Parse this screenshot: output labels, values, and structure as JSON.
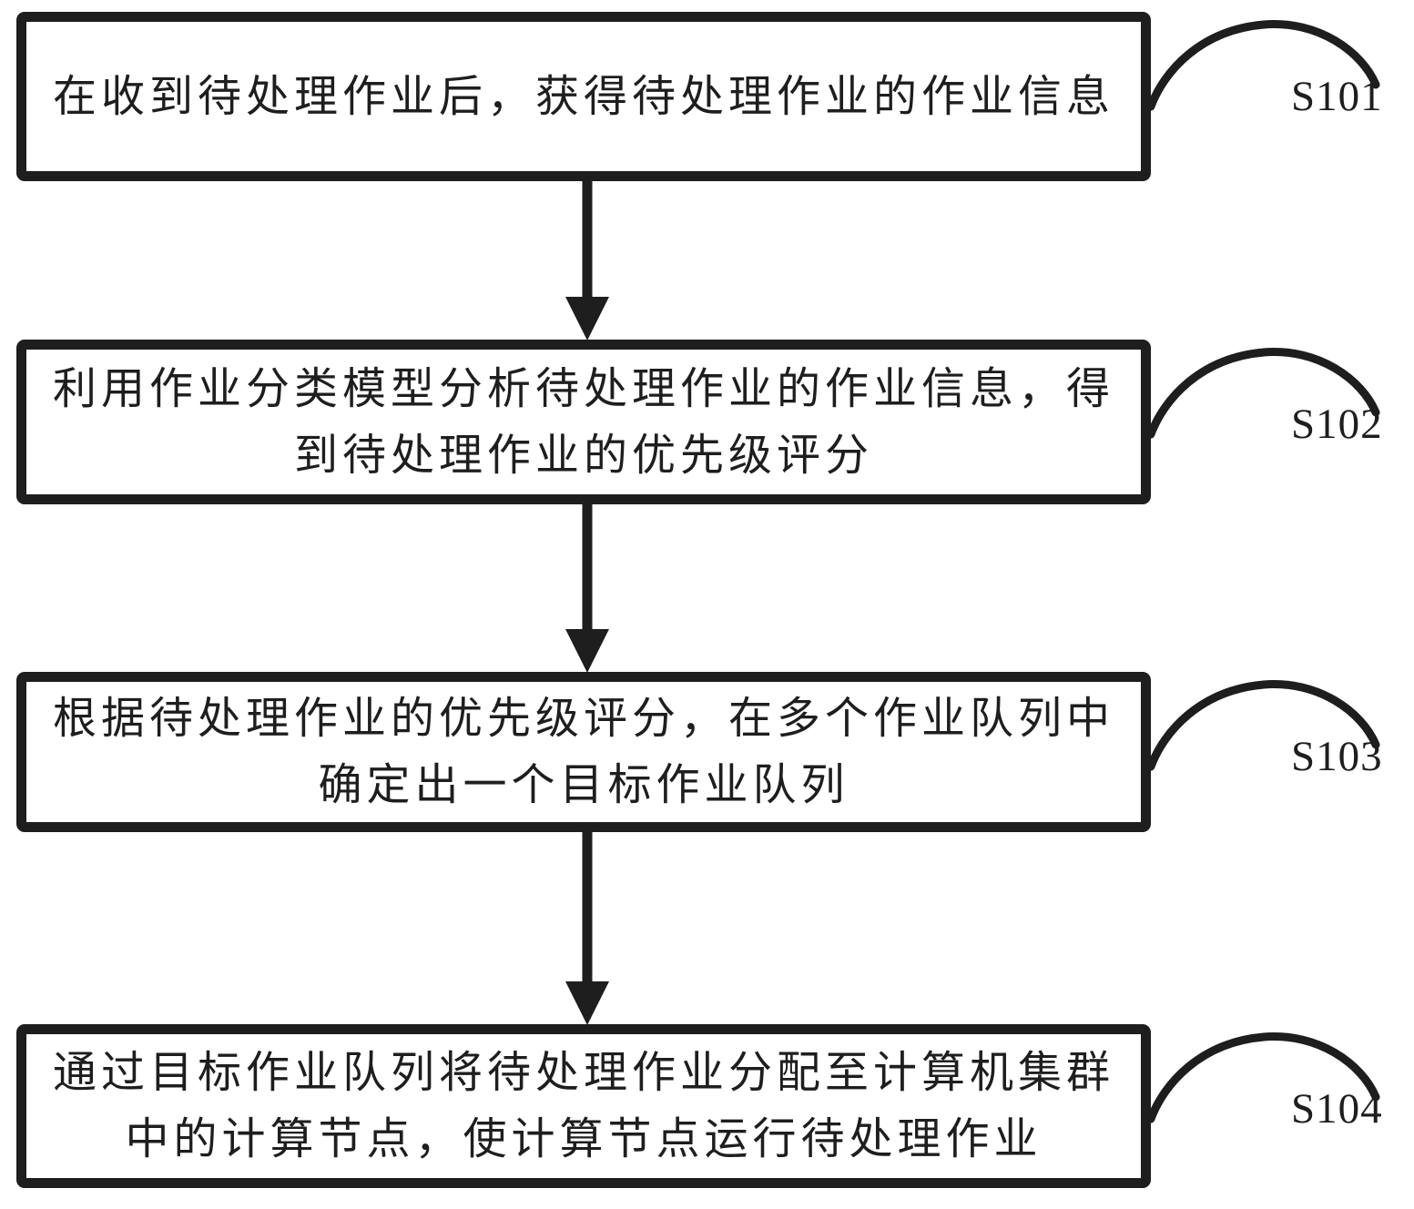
{
  "figure": {
    "type": "flowchart",
    "background_color": "#ffffff",
    "ink_color": "#1e1e1e",
    "steps": [
      {
        "id": "S101",
        "text": "在收到待处理作业后，获得待处理作业的作业信息"
      },
      {
        "id": "S102",
        "text": "利用作业分类模型分析待处理作业的作业信息，得到待处理作业的优先级评分"
      },
      {
        "id": "S103",
        "text": "根据待处理作业的优先级评分，在多个作业队列中确定出一个目标作业队列"
      },
      {
        "id": "S104",
        "text": "通过目标作业队列将待处理作业分配至计算机集群中的计算节点，使计算节点运行待处理作业"
      }
    ]
  }
}
